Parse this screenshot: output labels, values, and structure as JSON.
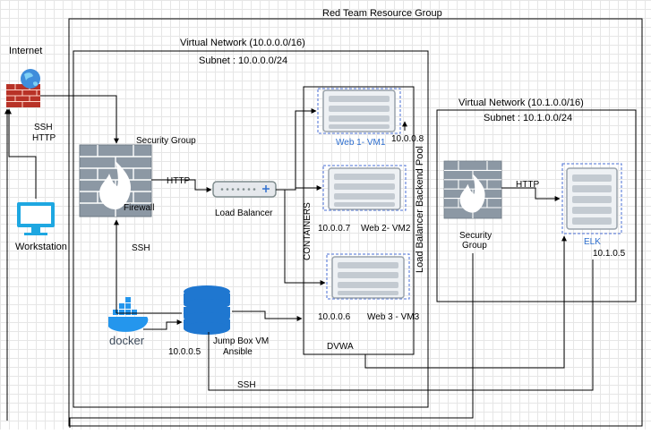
{
  "resource_group": {
    "label": "Red Team Resource Group"
  },
  "vnet_red": {
    "label": "Virtual Network (10.0.0.0/16)",
    "subnet": "Subnet : 10.0.0.0/24"
  },
  "vnet_elk": {
    "label": "Virtual Network (10.1.0.0/16)",
    "subnet": "Subnet : 10.1.0.0/24"
  },
  "internet": {
    "label": "Internet",
    "protocols": [
      "SSH",
      "HTTP"
    ]
  },
  "workstation": {
    "label": "Workstation"
  },
  "security_group": {
    "label": "Security Group",
    "firewall": "Firewall",
    "ssh": "SSH"
  },
  "http_label": "HTTP",
  "load_balancer": {
    "label": "Load Balancer"
  },
  "containers_label": "CONTAINERS",
  "backend_pool_label": "Load Balancer Backend Pool",
  "web1": {
    "label": "Web 1- VM1",
    "ip": "10.0.0.8"
  },
  "web2": {
    "label": "Web 2- VM2",
    "ip": "10.0.0.7"
  },
  "web3": {
    "label": "Web 3 - VM3",
    "ip": "10.0.0.6"
  },
  "dvwa": "DVWA",
  "jumpbox": {
    "label_line1": "Jump Box VM",
    "label_line2": "Ansible",
    "ip": "10.0.0.5"
  },
  "docker": {
    "label": "docker"
  },
  "elk_security_group": {
    "line1": "Security",
    "line2": "Group",
    "http": "HTTP"
  },
  "elk": {
    "label": "ELK",
    "ip": "10.1.0.5"
  },
  "ssh_bottom": "SSH",
  "colors": {
    "firewall_brick": "#c0392b",
    "wall_gray": "#7f8c8d",
    "server_gray": "#9aa3ab",
    "jumpbox_blue": "#1f77d0",
    "workstation_blue": "#1ea7e1",
    "docker_blue": "#2496ed",
    "link_blue": "#2f6fcf"
  }
}
